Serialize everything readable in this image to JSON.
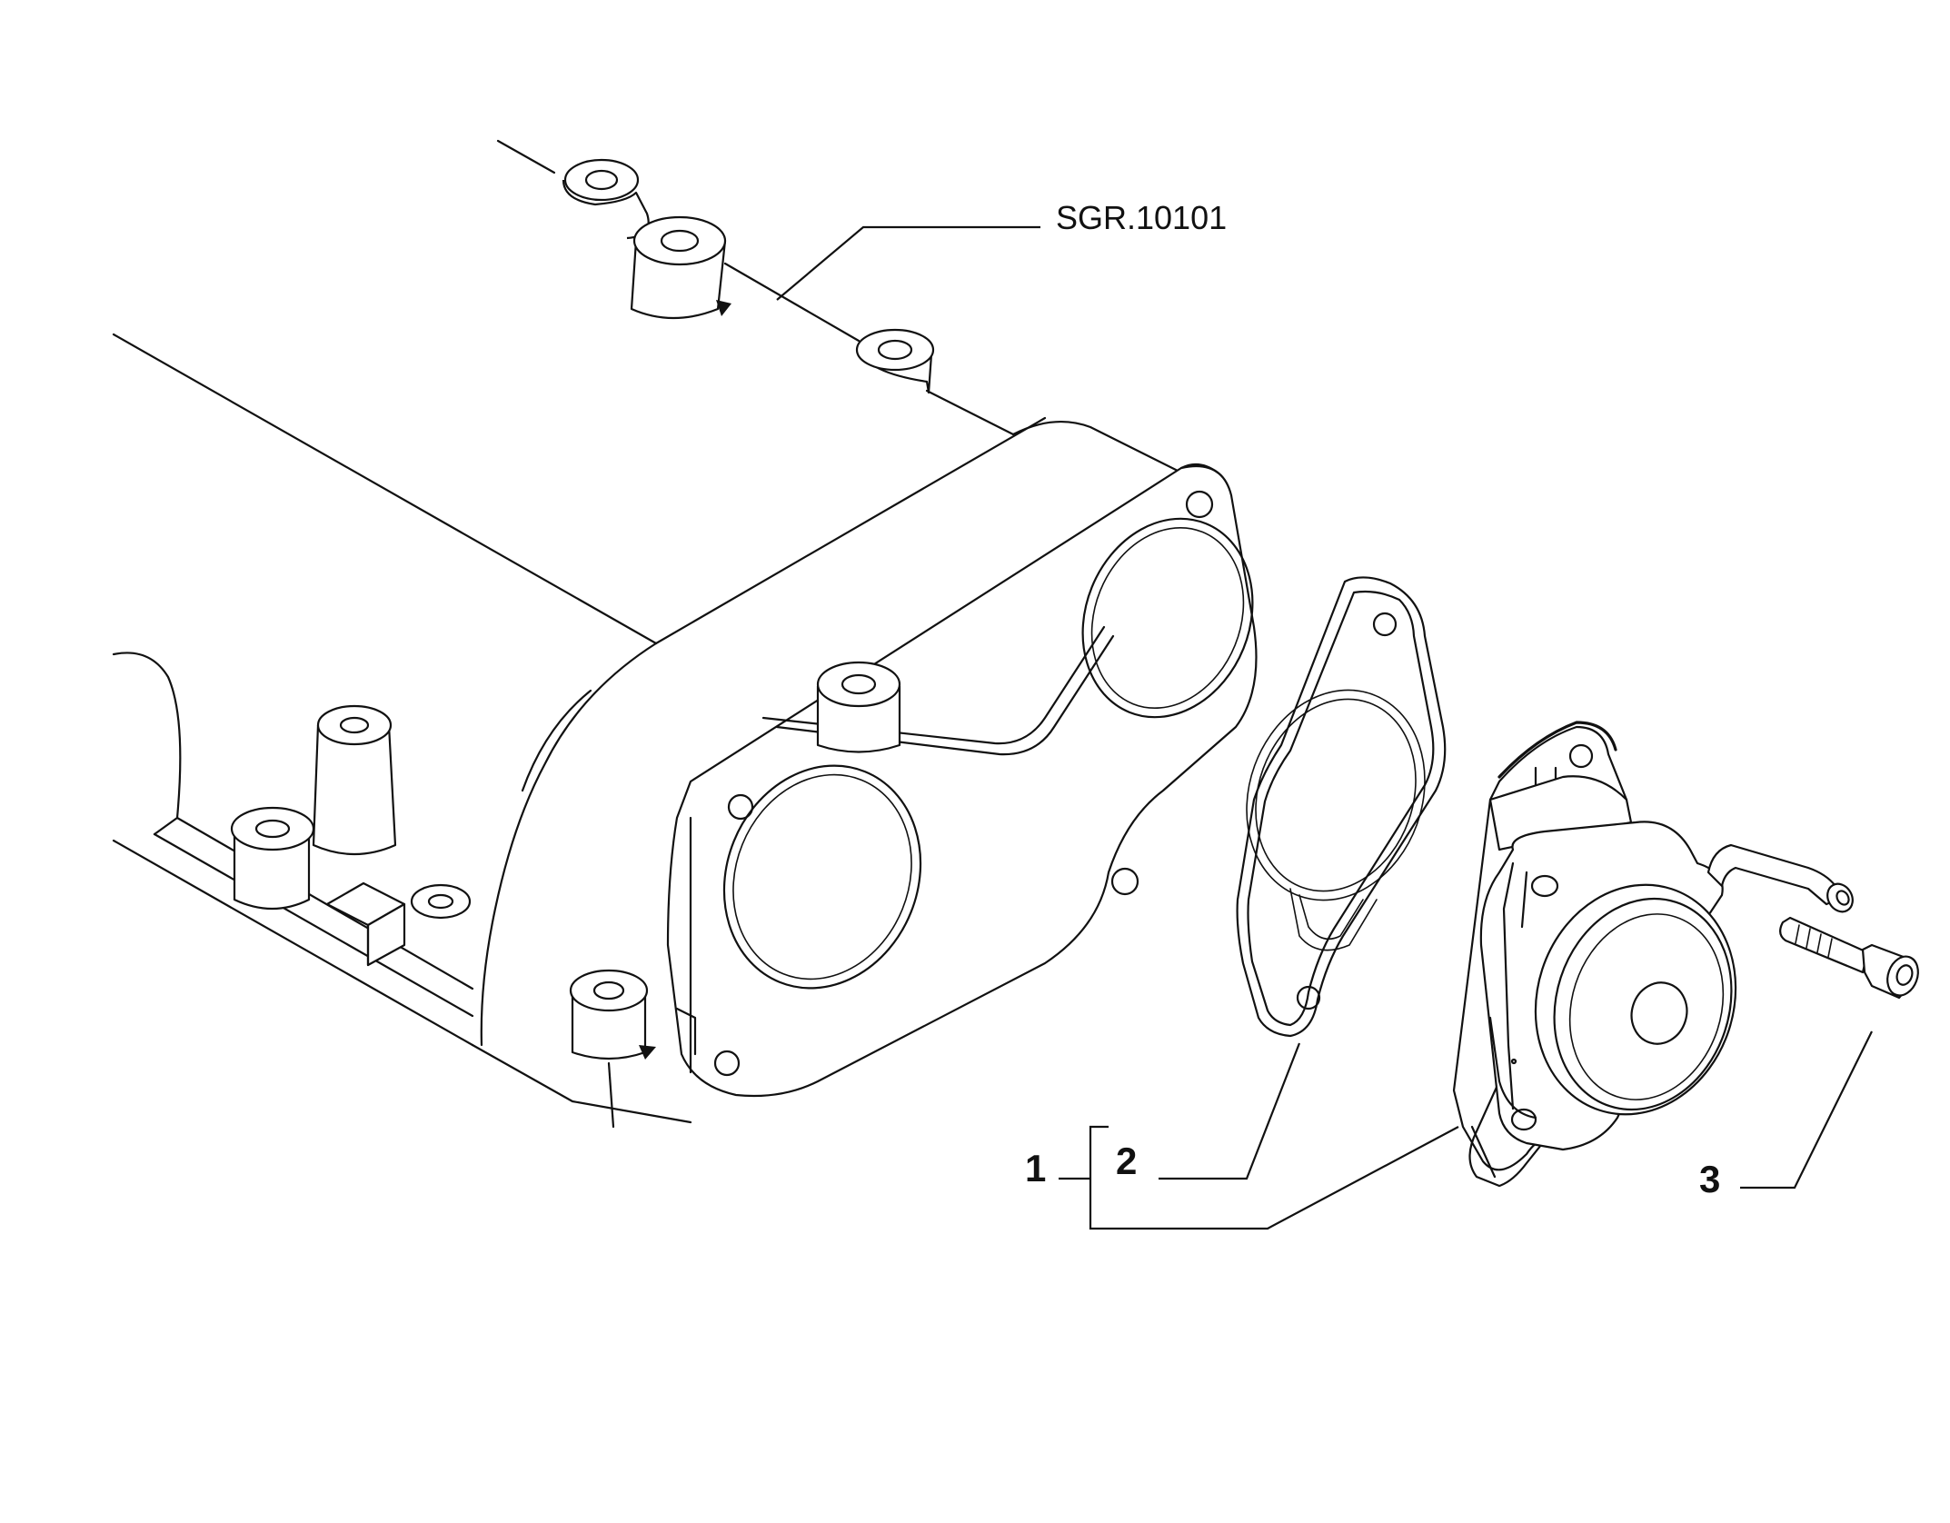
{
  "diagram": {
    "reference_label": "SGR.10101",
    "callouts": [
      {
        "id": "1",
        "label": "1"
      },
      {
        "id": "2",
        "label": "2"
      },
      {
        "id": "3",
        "label": "3"
      }
    ],
    "colors": {
      "line": "#111111",
      "background": "#ffffff"
    }
  }
}
